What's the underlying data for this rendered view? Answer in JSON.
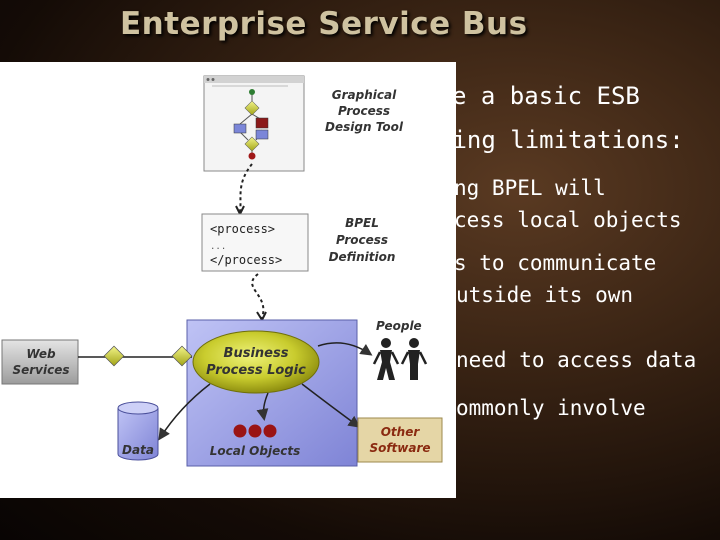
{
  "title": "Enterprise Service Bus",
  "bullets": {
    "line1": "e a basic ESB",
    "line2": "wing limitations:",
    "line3": "ng BPEL will",
    "line4": "cess local objects",
    "line5": "s to communicate",
    "line6": "utside its own",
    "line7": "need to access data",
    "line8": "ommonly involve"
  },
  "diagram": {
    "design_tool_line1": "Graphical",
    "design_tool_line2": "Process",
    "design_tool_line3": "Design Tool",
    "code_open": "<process>",
    "code_ellipsis": "...",
    "code_close": "</process>",
    "bpel_line1": "BPEL",
    "bpel_line2": "Process",
    "bpel_line3": "Definition",
    "business_line1": "Business",
    "business_line2": "Process Logic",
    "people": "People",
    "web_line1": "Web",
    "web_line2": "Services",
    "data": "Data",
    "local_objects": "Local Objects",
    "other_line1": "Other",
    "other_line2": "Software"
  }
}
